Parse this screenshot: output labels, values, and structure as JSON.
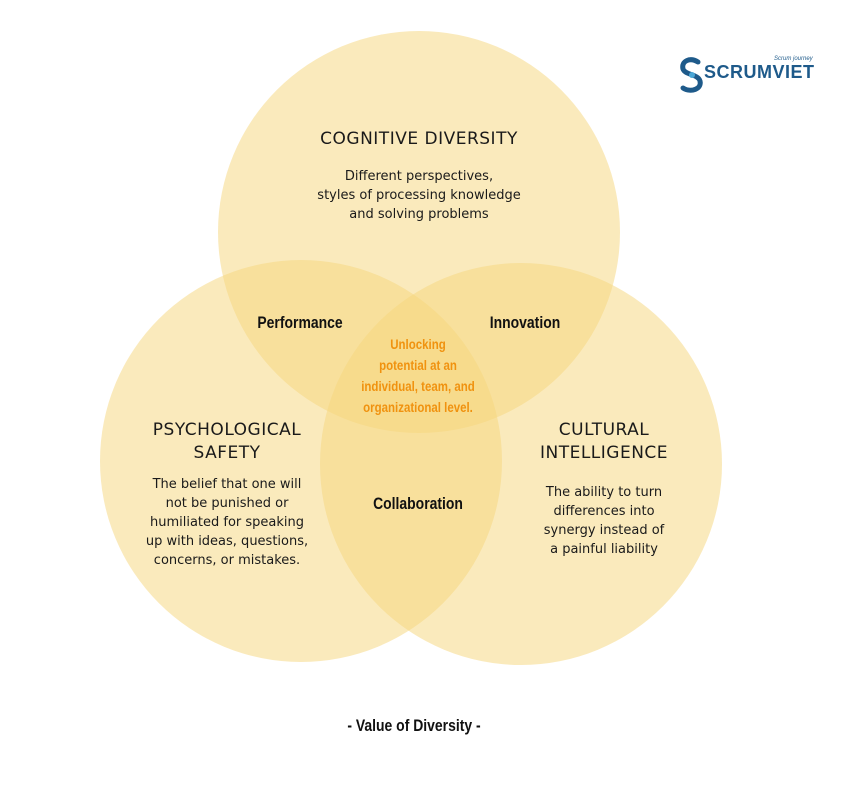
{
  "logo": {
    "name": "SCRUMVIET",
    "tagline": "Scrum journey"
  },
  "colors": {
    "circle_fill": "#f5d77e",
    "accent_orange": "#f0920f",
    "logo_blue": "#1e5a8a"
  },
  "circles": {
    "cognitive": {
      "title": "COGNITIVE DIVERSITY",
      "desc": [
        "Different perspectives,",
        "styles of processing knowledge",
        "and solving problems"
      ]
    },
    "psychological": {
      "title": [
        "PSYCHOLOGICAL",
        "SAFETY"
      ],
      "desc": [
        "The belief that one will",
        "not be punished or",
        "humiliated for speaking",
        "up with ideas, questions,",
        "concerns, or mistakes."
      ]
    },
    "cultural": {
      "title": [
        "CULTURAL",
        "INTELLIGENCE"
      ],
      "desc": [
        "The ability to turn",
        "differences into",
        "synergy instead of",
        "a painful liability"
      ]
    }
  },
  "intersections": {
    "performance": "Performance",
    "innovation": "Innovation",
    "collaboration": "Collaboration"
  },
  "center": [
    "Unlocking",
    "potential at an",
    "individual, team, and",
    "organizational level."
  ],
  "caption": "- Value of Diversity -"
}
